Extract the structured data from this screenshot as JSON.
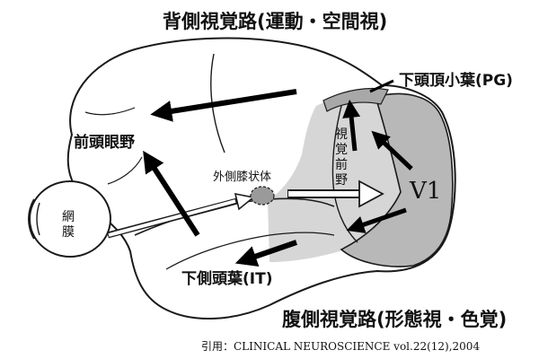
{
  "titles": {
    "dorsal": "背側視覚路(運動・空間視)",
    "ventral": "腹側視覚路(形態視・色覚)"
  },
  "regions": {
    "frontal_eye_field": "前頭眼野",
    "inferior_parietal": "下頭頂小葉(PG)",
    "lgn": "外側膝状体",
    "inferior_temporal": "下側頭葉(IT)",
    "v1": "V1",
    "prestriate": "視覚前野",
    "retina": "網膜"
  },
  "citation": "引用：CLINICAL NEUROSCIENCE vol.22(12),2004",
  "colors": {
    "outline": "#1a1a1a",
    "arrow": "#000000",
    "v1_fill": "#b8b8b8",
    "prestriate_fill": "#d6d6d6",
    "pg_fill": "#a8a8a8"
  }
}
